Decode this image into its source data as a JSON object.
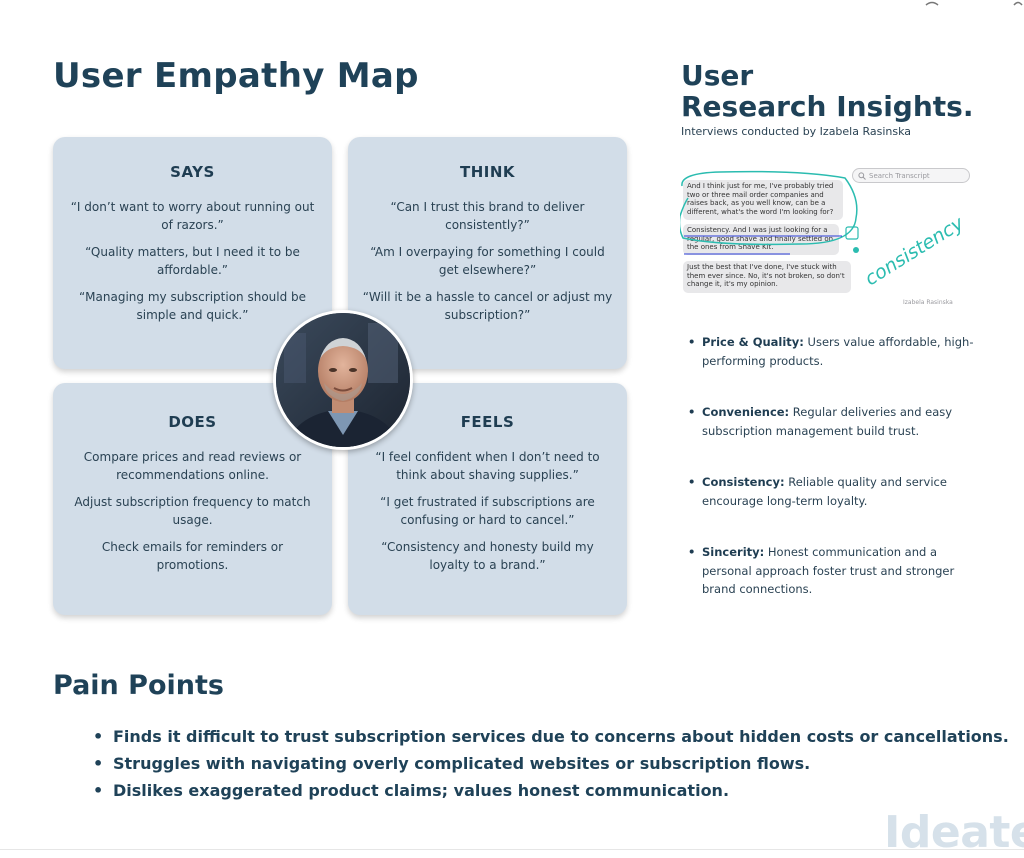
{
  "empathy_map": {
    "title": "User Empathy Map",
    "says": {
      "heading": "SAYS",
      "items": [
        "“I don’t want to worry about running out of razors.”",
        "“Quality matters, but I need it to be affordable.”",
        "“Managing my subscription should be simple and quick.”"
      ]
    },
    "think": {
      "heading": "THINK",
      "items": [
        "“Can I trust this brand to deliver consistently?”",
        "“Am I overpaying for something I could get elsewhere?”",
        "“Will it be a hassle to cancel or adjust my subscription?”"
      ]
    },
    "does": {
      "heading": "DOES",
      "items": [
        "Compare prices and read reviews or recommendations online.",
        "Adjust subscription frequency to match usage.",
        "Check emails for reminders or promotions."
      ]
    },
    "feels": {
      "heading": "FEELS",
      "items": [
        "“I feel confident when I don’t need to think about shaving supplies.”",
        "“I get frustrated if subscriptions are confusing or hard to cancel.”",
        "“Consistency and honesty build my loyalty to a brand.”"
      ]
    }
  },
  "research": {
    "title_line1": "User",
    "title_line2": "Research Insights.",
    "subtitle": "Interviews conducted by Izabela Rasinska",
    "transcript": {
      "search_placeholder": "Search Transcript",
      "bubble1": "And I think just for me, I've probably tried two or three mail order companies and raises back, as you well know, can be a different, what's the word I'm looking for?",
      "bubble2": "Consistency. And I was just looking for a regular, good shave and finally settled on the ones from Shave Kit.",
      "bubble3": "Just the best that I've done, I've stuck with them ever since. No, it's not broken, so don't change it, it's my opinion.",
      "annotation": "consistency",
      "credit": "Izabela Rasinska"
    },
    "insights": [
      {
        "label": "Price & Quality:",
        "text": " Users value affordable, high-performing products."
      },
      {
        "label": "Convenience:",
        "text": " Regular deliveries and easy subscription management build trust."
      },
      {
        "label": "Consistency:",
        "text": " Reliable quality and service encourage long-term loyalty."
      },
      {
        "label": "Sincerity:",
        "text": " Honest communication and a personal approach foster trust and stronger brand connections."
      }
    ]
  },
  "pain_points": {
    "title": "Pain Points",
    "items": [
      "Finds it difficult to trust subscription services due to concerns about hidden costs or cancellations.",
      "Struggles with navigating overly complicated websites or subscription flows.",
      "Dislikes exaggerated product claims; values honest communication."
    ]
  },
  "footer": {
    "watermark": "Ideate"
  },
  "colors": {
    "heading": "#1f4258",
    "card_bg": "#d2dde8",
    "annotation": "#2bbcb0",
    "underline": "#2a3dd6",
    "watermark": "#d6e1ea"
  }
}
